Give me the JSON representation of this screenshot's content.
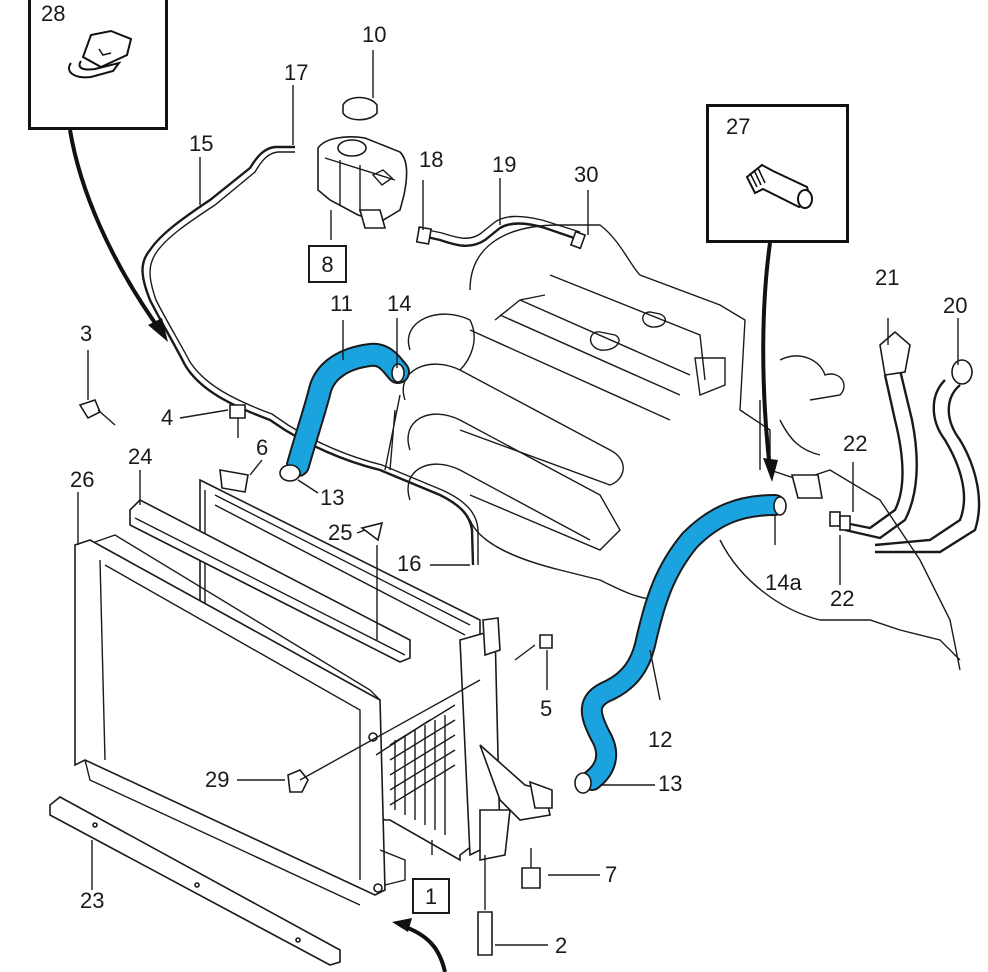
{
  "diagram": {
    "title": "Engine cooling system exploded parts diagram",
    "hose_color": "#1ba3e0",
    "line_color": "#1a1a1a",
    "background": "#ffffff",
    "callouts": [
      {
        "id": "c1",
        "text": "1",
        "boxed": true,
        "part": "radiator"
      },
      {
        "id": "c2",
        "text": "2",
        "boxed": false,
        "part": "drain-plug"
      },
      {
        "id": "c3",
        "text": "3",
        "boxed": false,
        "part": "bolt"
      },
      {
        "id": "c4",
        "text": "4",
        "boxed": false,
        "part": "bolt"
      },
      {
        "id": "c5",
        "text": "5",
        "boxed": false,
        "part": "bolt"
      },
      {
        "id": "c6",
        "text": "6",
        "boxed": false,
        "part": "clip"
      },
      {
        "id": "c7",
        "text": "7",
        "boxed": false,
        "part": "bolt"
      },
      {
        "id": "c8",
        "text": "8",
        "boxed": true,
        "part": "expansion-tank"
      },
      {
        "id": "c10",
        "text": "10",
        "boxed": false,
        "part": "expansion-tank-cap"
      },
      {
        "id": "c11",
        "text": "11",
        "boxed": false,
        "part": "upper-radiator-hose"
      },
      {
        "id": "c12",
        "text": "12",
        "boxed": false,
        "part": "lower-radiator-hose"
      },
      {
        "id": "c13a",
        "text": "13",
        "boxed": false,
        "part": "hose-clamp"
      },
      {
        "id": "c13b",
        "text": "13",
        "boxed": false,
        "part": "hose-clamp"
      },
      {
        "id": "c14",
        "text": "14",
        "boxed": false,
        "part": "hose-clamp"
      },
      {
        "id": "c14a",
        "text": "14a",
        "boxed": false,
        "part": "hose-clamp"
      },
      {
        "id": "c15",
        "text": "15",
        "boxed": false,
        "part": "vent-pipe"
      },
      {
        "id": "c16",
        "text": "16",
        "boxed": false,
        "part": "pipe-end"
      },
      {
        "id": "c17",
        "text": "17",
        "boxed": false,
        "part": "pipe-end"
      },
      {
        "id": "c18",
        "text": "18",
        "boxed": false,
        "part": "hose-clamp"
      },
      {
        "id": "c19",
        "text": "19",
        "boxed": false,
        "part": "hose"
      },
      {
        "id": "c20",
        "text": "20",
        "boxed": false,
        "part": "heater-hose"
      },
      {
        "id": "c21",
        "text": "21",
        "boxed": false,
        "part": "heater-hose"
      },
      {
        "id": "c22a",
        "text": "22",
        "boxed": false,
        "part": "hose-clamp"
      },
      {
        "id": "c22b",
        "text": "22",
        "boxed": false,
        "part": "hose-clamp"
      },
      {
        "id": "c23",
        "text": "23",
        "boxed": false,
        "part": "lower-air-deflector"
      },
      {
        "id": "c24",
        "text": "24",
        "boxed": false,
        "part": "upper-seal"
      },
      {
        "id": "c25",
        "text": "25",
        "boxed": false,
        "part": "clip"
      },
      {
        "id": "c26",
        "text": "26",
        "boxed": false,
        "part": "fan-shroud"
      },
      {
        "id": "c29",
        "text": "29",
        "boxed": false,
        "part": "nut"
      },
      {
        "id": "c30",
        "text": "30",
        "boxed": false,
        "part": "hose-clamp"
      }
    ],
    "insets": [
      {
        "id": "inset28",
        "label": "28",
        "part": "spring-clip"
      },
      {
        "id": "inset27",
        "label": "27",
        "part": "hose-connector"
      }
    ]
  }
}
